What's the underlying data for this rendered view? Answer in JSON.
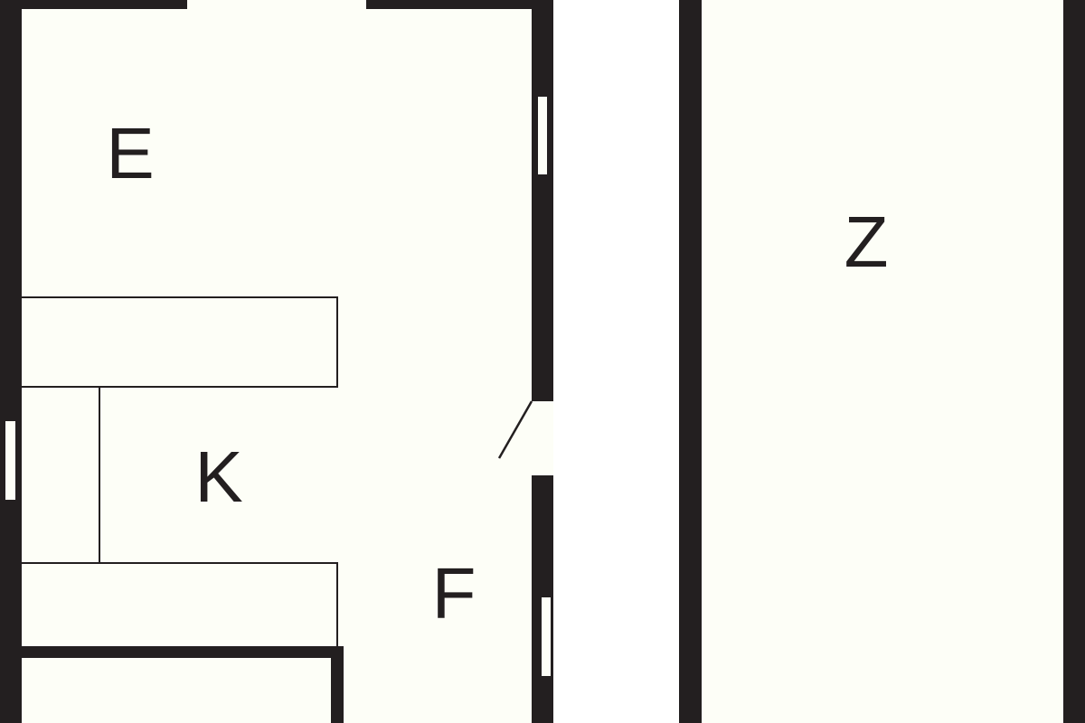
{
  "rooms": {
    "e": "E",
    "k": "K",
    "f": "F",
    "z": "Z"
  },
  "colors": {
    "wall": "#231f20",
    "floor": "#fdfef7",
    "background": "#ffffff"
  }
}
